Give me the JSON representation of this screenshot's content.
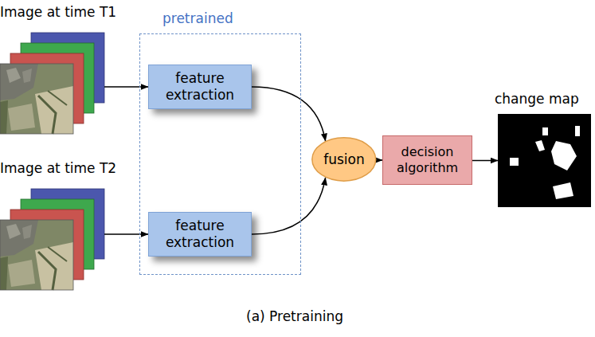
{
  "diagram": {
    "caption": "(a) Pretraining",
    "nodes": [
      {
        "text": [
          "Image at time T1"
        ]
      },
      {
        "text": [
          "Image at time T2"
        ]
      },
      {
        "text": [
          "pretrained"
        ]
      },
      {
        "text": [
          "feature extraction"
        ],
        "in": 2
      },
      {
        "text": [
          "feature extraction"
        ],
        "in": 2
      },
      {
        "text": [
          "fusion"
        ]
      },
      {
        "text": [
          "decision algorithm"
        ]
      },
      {
        "text": [
          "change map"
        ]
      }
    ],
    "edges": [
      {
        "from": 0,
        "to": 3,
        "arrow": "to"
      },
      {
        "from": 1,
        "to": 4,
        "arrow": "to"
      },
      {
        "from": 3,
        "to": 5,
        "arrow": "to"
      },
      {
        "from": 4,
        "to": 5,
        "arrow": "to"
      },
      {
        "from": 5,
        "to": 6,
        "arrow": "to"
      },
      {
        "from": 6,
        "to": 7,
        "arrow": "to"
      }
    ]
  }
}
